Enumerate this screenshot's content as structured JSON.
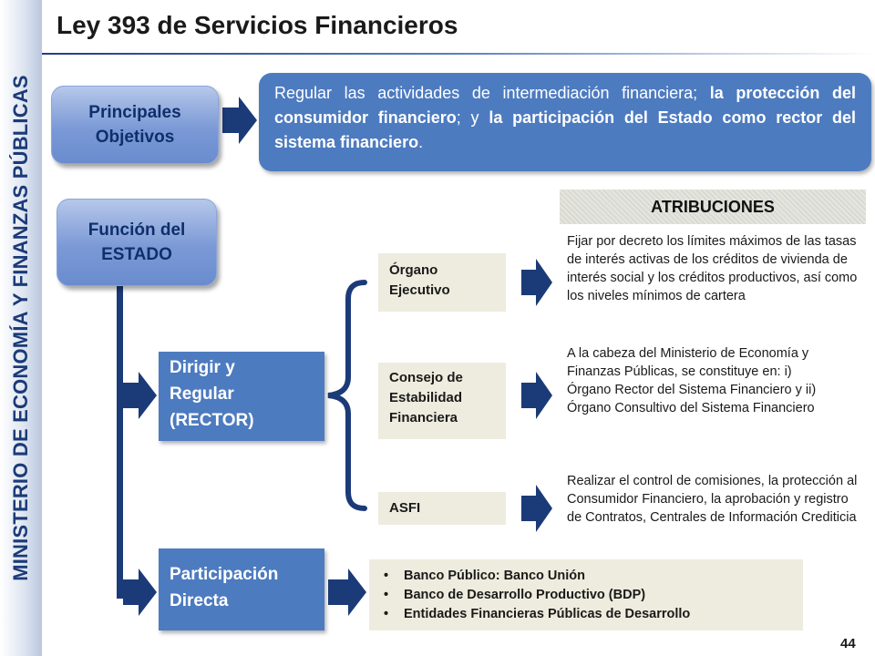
{
  "sidebar": {
    "ministry": "MINISTERIO DE ECONOMÍA Y FINANZAS PÚBLICAS"
  },
  "page": {
    "title": "Ley 393 de Servicios Financieros",
    "number": "44"
  },
  "objectives": {
    "label_line1": "Principales",
    "label_line2": "Objetivos",
    "text_normal_1": "Regular las actividades de intermediación financiera; ",
    "text_bold_1": "la protección del consumidor financiero",
    "text_normal_2": "; y ",
    "text_bold_2": "la participación del Estado como rector del sistema financiero",
    "text_end": "."
  },
  "function": {
    "label_line1": "Función del",
    "label_line2": "ESTADO"
  },
  "atribuciones": {
    "header": "ATRIBUCIONES"
  },
  "rector": {
    "line1": "Dirigir y",
    "line2": "Regular",
    "line3": "(RECTOR)"
  },
  "organs": [
    {
      "line1": "Órgano",
      "line2": "Ejecutivo",
      "line3": "",
      "description": "Fijar por decreto los límites máximos de las tasas de interés activas de los créditos de vivienda de interés social y los créditos productivos, así como los niveles mínimos de cartera"
    },
    {
      "line1": "Consejo de",
      "line2": "Estabilidad",
      "line3": "Financiera",
      "description": "A la cabeza del Ministerio de Economía y Finanzas Públicas, se constituye en: i)  Órgano Rector del Sistema Financiero y ii)   Órgano Consultivo del Sistema Financiero"
    },
    {
      "line1": "ASFI",
      "line2": "",
      "line3": "",
      "description": "Realizar el control de comisiones, la protección al Consumidor Financiero, la aprobación y registro de Contratos, Centrales de Información Crediticia"
    }
  ],
  "direct": {
    "line1": "Participación",
    "line2": "Directa",
    "bullets": [
      "Banco Público: Banco Unión",
      "Banco de Desarrollo Productivo (BDP)",
      "Entidades Financieras Públicas de Desarrollo"
    ]
  },
  "colors": {
    "navy": "#1b3a78",
    "box_blue": "#4d7bc0",
    "beige": "#eeecde"
  }
}
